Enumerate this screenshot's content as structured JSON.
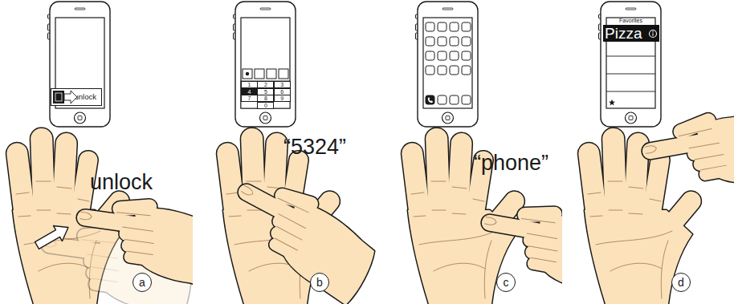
{
  "diagram": {
    "nodes": [
      {
        "text": [
          "unlock"
        ]
      },
      {
        "text": [
          "1"
        ]
      },
      {
        "text": [
          "2"
        ]
      },
      {
        "text": [
          "3"
        ]
      },
      {
        "text": [
          "4"
        ]
      },
      {
        "text": [
          "5"
        ]
      },
      {
        "text": [
          "6"
        ]
      },
      {
        "text": [
          "7"
        ]
      },
      {
        "text": [
          "8"
        ]
      },
      {
        "text": [
          "9"
        ]
      },
      {
        "text": [
          "0"
        ]
      },
      {
        "text": [
          "Pizza"
        ]
      },
      {
        "text": [
          "a"
        ]
      },
      {
        "text": [
          "b"
        ]
      },
      {
        "text": [
          "c"
        ]
      },
      {
        "text": [
          "d"
        ]
      }
    ],
    "labels": [
      "Favorites",
      "unlock",
      "“5324”",
      "“phone”"
    ]
  }
}
